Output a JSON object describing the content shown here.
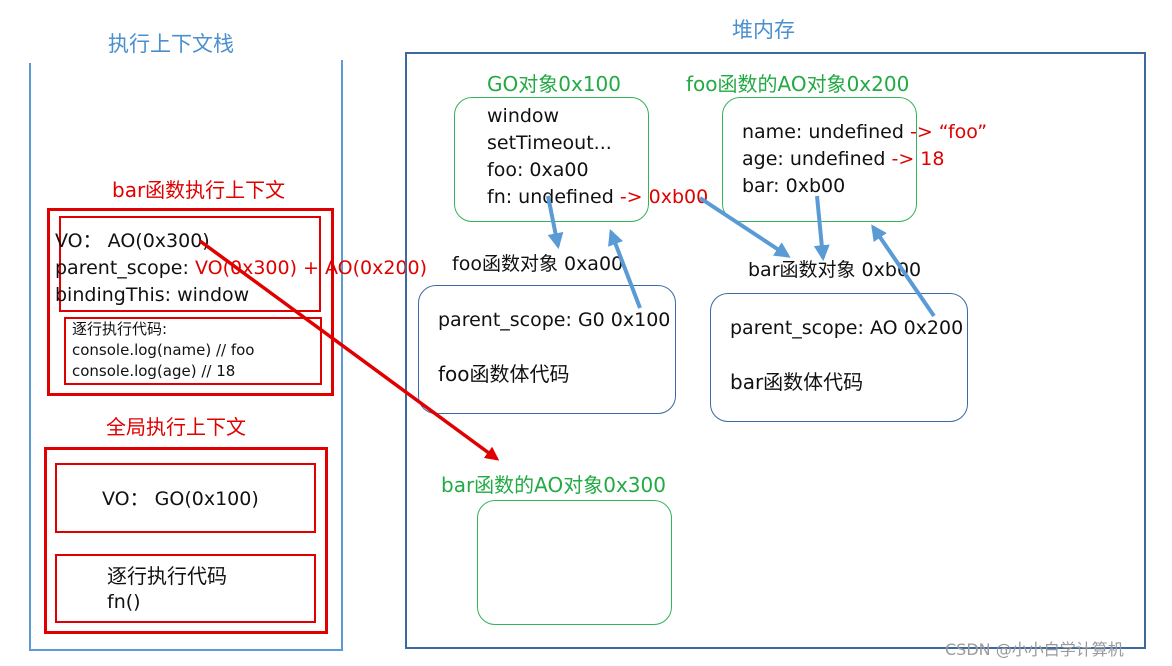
{
  "stack": {
    "title": "执行上下文栈",
    "bar_ctx": {
      "title": "bar函数执行上下文",
      "vo": "VO： AO(0x300)",
      "parent_scope_label": "parent_scope: ",
      "parent_scope_value": "VO(0x300) + AO(0x200)",
      "binding_this": "bindingThis: window",
      "code_title": "逐行执行代码:",
      "code_line1": "console.log(name) // foo",
      "code_line2": "console.log(age)   // 18"
    },
    "global_ctx": {
      "title": "全局执行上下文",
      "vo": "VO： GO(0x100)",
      "code_title": "逐行执行代码",
      "code_line": "fn()"
    }
  },
  "heap": {
    "title": "堆内存",
    "go": {
      "title": "GO对象0x100",
      "lines": [
        "window",
        "setTimeout...",
        "foo: 0xa00"
      ],
      "fn_label": "fn: undefined ",
      "fn_change": "-> 0xb00"
    },
    "foo_ao": {
      "title": "foo函数的AO对象0x200",
      "name_label": "name: undefined ",
      "name_change": "-> “foo”",
      "age_label": "age: undefined ",
      "age_change": "-> 18",
      "bar": "bar: 0xb00"
    },
    "foo_fn": {
      "title": "foo函数对象 0xa00",
      "parent_scope": "parent_scope: G0 0x100",
      "body": "foo函数体代码"
    },
    "bar_fn": {
      "title": "bar函数对象 0xb00",
      "parent_scope": "parent_scope: AO 0x200",
      "body": "bar函数体代码"
    },
    "bar_ao": {
      "title": "bar函数的AO对象0x300"
    }
  },
  "watermark": "CSDN @小小白学计算机",
  "colors": {
    "title_blue": "#4a8fcf",
    "green": "#22aa44",
    "red": "#e00000",
    "arrow_blue": "#5b9bd5",
    "frame_blue": "#3b6aa0"
  }
}
